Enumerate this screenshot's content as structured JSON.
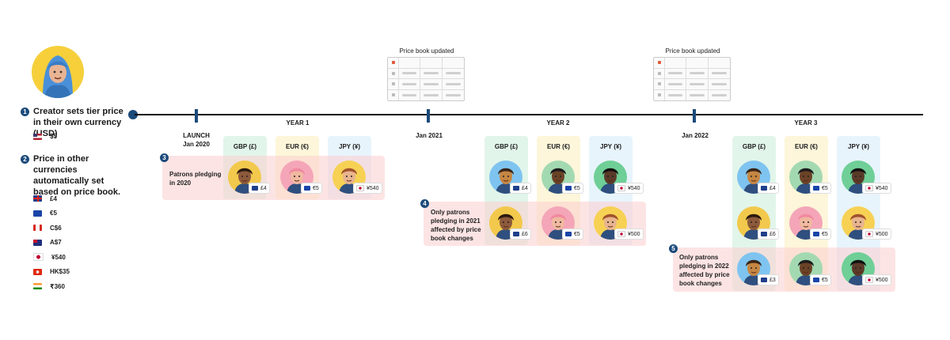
{
  "creator": {
    "step": "1",
    "title": "Creator sets tier price in their own currency (USD)",
    "price": "$5"
  },
  "other": {
    "step": "2",
    "title": "Price in other currencies automatically set based on price book.",
    "prices": [
      {
        "flag": "uk",
        "value": "£4"
      },
      {
        "flag": "eu",
        "value": "€5"
      },
      {
        "flag": "ca",
        "value": "C$6"
      },
      {
        "flag": "au",
        "value": "A$7"
      },
      {
        "flag": "jp",
        "value": "¥540"
      },
      {
        "flag": "hk",
        "value": "HK$35"
      },
      {
        "flag": "in",
        "value": "₹360"
      }
    ]
  },
  "timeline": {
    "ticks": [
      {
        "line1": "LAUNCH",
        "line2": "Jan 2020"
      },
      {
        "line1": "",
        "line2": "Jan 2021"
      },
      {
        "line1": "",
        "line2": "Jan 2022"
      }
    ],
    "years": [
      "YEAR 1",
      "YEAR 2",
      "YEAR 3"
    ],
    "price_book_label": "Price book updated"
  },
  "columns": [
    "GBP (£)",
    "EUR (€)",
    "JPY (¥)"
  ],
  "bands": [
    {
      "step": "3",
      "text": "Patrons pledging in 2020"
    },
    {
      "step": "4",
      "text": "Only patrons pledging in 2021 affected by price book changes"
    },
    {
      "step": "5",
      "text": "Only patrons pledging in 2022 affected by price book changes"
    }
  ],
  "tags": {
    "y1r1": [
      "£4",
      "€5",
      "¥540"
    ],
    "y2r1": [
      "£4",
      "€5",
      "¥540"
    ],
    "y2r2": [
      "£6",
      "€5",
      "¥500"
    ],
    "y3r1": [
      "£4",
      "€5",
      "¥540"
    ],
    "y3r2": [
      "£6",
      "€5",
      "¥500"
    ],
    "y3r3": [
      "£3",
      "€5",
      "¥500"
    ]
  }
}
